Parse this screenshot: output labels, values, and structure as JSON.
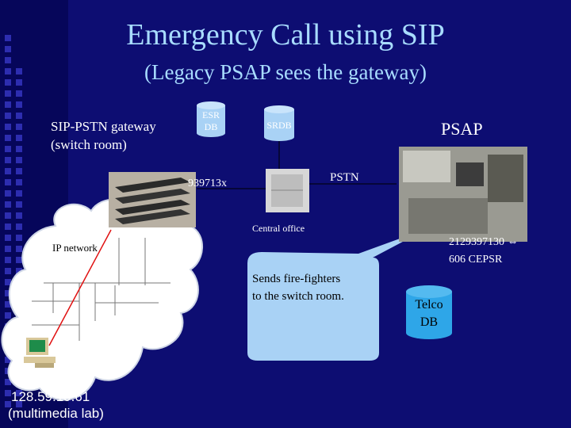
{
  "slide": {
    "title": "Emergency Call using SIP",
    "subtitle": "(Legacy PSAP sees the gateway)"
  },
  "labels": {
    "gateway_line1": "SIP-PSTN gateway",
    "gateway_line2": "(switch room)",
    "esr_db": "ESR DB",
    "srdb": "SRDB",
    "psap": "PSAP",
    "number_939": "939713x",
    "pstn": "PSTN",
    "central_office": "Central office",
    "ip_network": "IP network",
    "phone_line1": "2129397130 ⇔",
    "phone_line2": "606 CEPSR",
    "callout_line1": "Sends fire-fighters",
    "callout_line2": "to the switch room.",
    "telco_line1": "Telco",
    "telco_line2": "DB",
    "ip_addr": "128.59.19.61",
    "lab": "(multimedia lab)"
  },
  "colors": {
    "background": "#0d0d72",
    "title": "#a8dcff",
    "cloud": "#ffffff",
    "callout": "#a9d2f5",
    "telco": "#2ea6e8",
    "link_line": "#e01010"
  }
}
